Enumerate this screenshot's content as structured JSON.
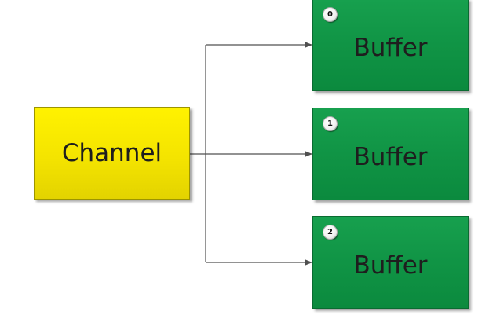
{
  "channel": {
    "label": "Channel",
    "color": "#f5e600"
  },
  "buffers": [
    {
      "index": "0",
      "label": "Buffer"
    },
    {
      "index": "1",
      "label": "Buffer"
    },
    {
      "index": "2",
      "label": "Buffer"
    }
  ],
  "colors": {
    "buffer": "#109445",
    "connector": "#505050",
    "background": "#ffffff"
  }
}
